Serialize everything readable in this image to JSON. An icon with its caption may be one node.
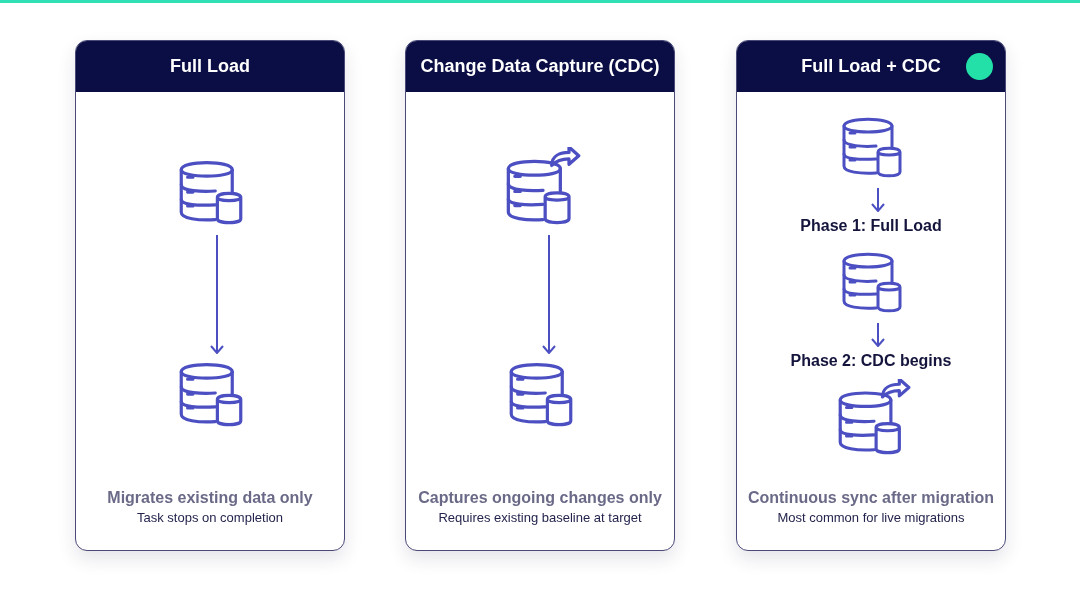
{
  "diagram": {
    "nodes": [
      {
        "text": [
          "Full Load",
          "Migrates existing data only",
          "Task stops on completion"
        ]
      },
      {
        "text": [
          "Change Data Capture (CDC)",
          "Captures ongoing changes only",
          "Requires existing baseline at target"
        ]
      },
      {
        "text": [
          "Full Load + CDC",
          "Continuous sync after migration",
          "Most common for live migrations"
        ]
      },
      {
        "text": [],
        "shape": "cylinder",
        "in": 0
      },
      {
        "text": [],
        "shape": "cylinder",
        "in": 0
      },
      {
        "text": [],
        "shape": "cylinder",
        "in": 1
      },
      {
        "text": [],
        "shape": "cylinder",
        "in": 1
      },
      {
        "text": [],
        "shape": "cylinder",
        "in": 2
      },
      {
        "text": [
          "Phase 1: Full Load"
        ],
        "in": 2
      },
      {
        "text": [],
        "shape": "cylinder",
        "in": 2
      },
      {
        "text": [
          "Phase 2: CDC begins"
        ],
        "in": 2
      },
      {
        "text": [],
        "shape": "cylinder",
        "in": 2
      }
    ],
    "edges": [
      {
        "from": 3,
        "to": 4,
        "arrow": "to"
      },
      {
        "from": 5,
        "to": 6,
        "arrow": "to"
      },
      {
        "from": 7,
        "to": 8,
        "arrow": "to"
      },
      {
        "from": 9,
        "to": 10,
        "arrow": "to"
      }
    ]
  }
}
